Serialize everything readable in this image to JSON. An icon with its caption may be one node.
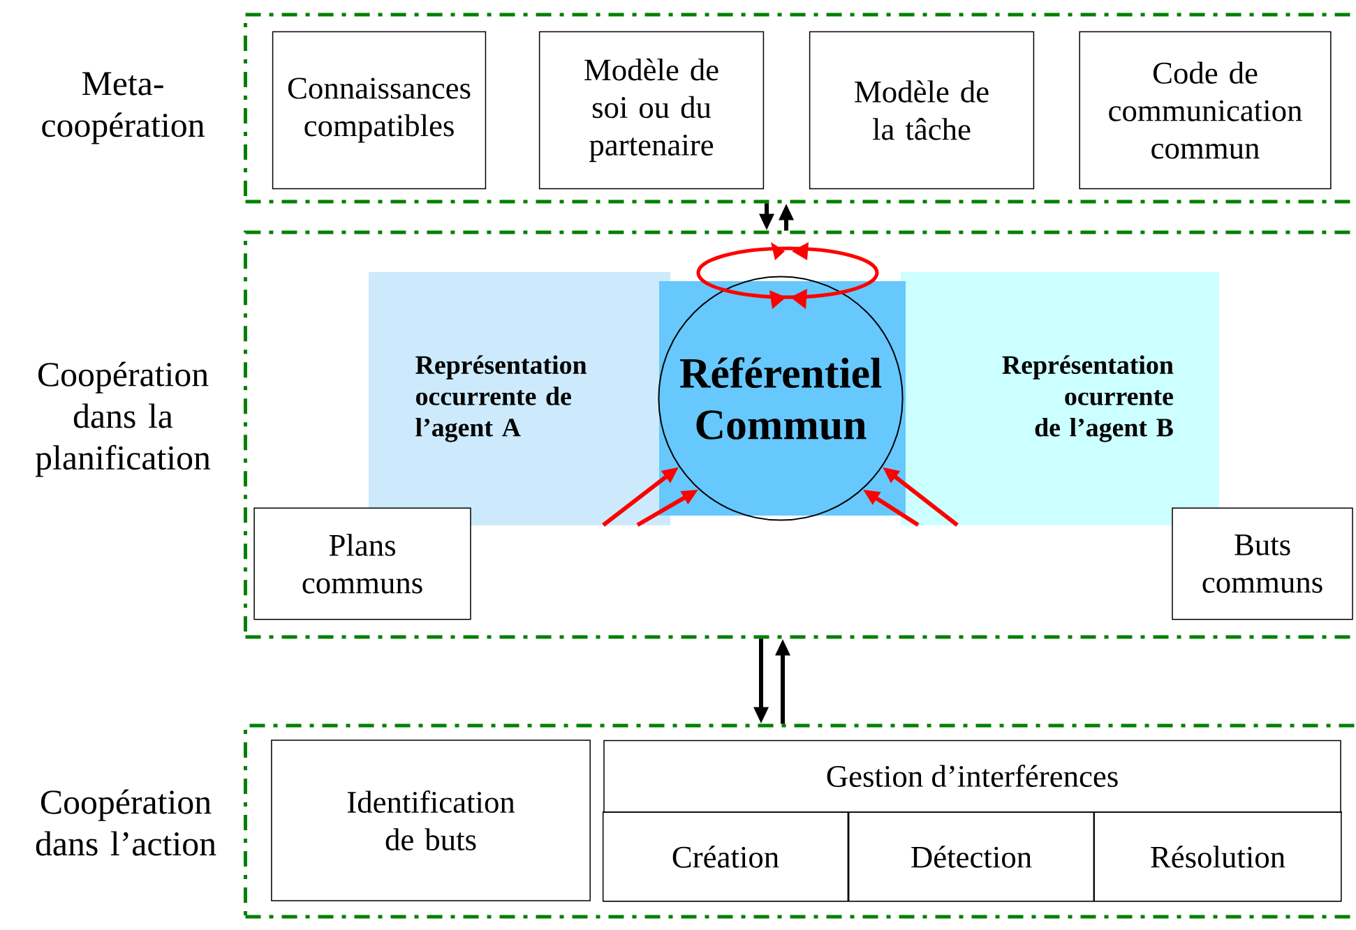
{
  "diagram": {
    "nodes": [
      {
        "text": [
          "Meta-coopération"
        ]
      },
      {
        "text": [
          "Connaissances compatibles"
        ],
        "in": 0
      },
      {
        "text": [
          "Modèle de soi ou du partenaire"
        ],
        "in": 0
      },
      {
        "text": [
          "Modèle de la tâche"
        ],
        "in": 0
      },
      {
        "text": [
          "Code de communication commun"
        ],
        "in": 0
      },
      {
        "text": [
          "Coopération dans la planification"
        ]
      },
      {
        "text": [
          "Représentation occurrente de l’agent A"
        ],
        "in": 5
      },
      {
        "text": [
          "Représentation ocurrente de l’agent B"
        ],
        "in": 5
      },
      {
        "text": [
          "Référentiel Commun"
        ],
        "in": 5
      },
      {
        "text": [
          "Plans communs"
        ],
        "in": 5
      },
      {
        "text": [
          "Buts communs"
        ],
        "in": 5
      },
      {
        "text": [
          "Coopération dans l’action"
        ]
      },
      {
        "text": [
          "Identification de buts"
        ],
        "in": 11
      },
      {
        "text": [
          "Gestion d’interférences"
        ],
        "in": 11
      },
      {
        "text": [
          "Création"
        ],
        "in": 13
      },
      {
        "text": [
          "Détection"
        ],
        "in": 13
      },
      {
        "text": [
          "Résolution"
        ],
        "in": 13
      }
    ],
    "edges": [
      {
        "from": 0,
        "to": 5,
        "arrow": "to"
      },
      {
        "from": 5,
        "to": 0,
        "arrow": "to"
      },
      {
        "from": 5,
        "to": 11,
        "arrow": "to"
      },
      {
        "from": 11,
        "to": 5,
        "arrow": "to"
      },
      {
        "from": 6,
        "to": 8,
        "arrow": "to",
        "color": "#ff0000"
      },
      {
        "from": 6,
        "to": 8,
        "arrow": "to",
        "color": "#ff0000"
      },
      {
        "from": 7,
        "to": 8,
        "arrow": "to",
        "color": "#ff0000"
      },
      {
        "from": 7,
        "to": 8,
        "arrow": "to",
        "color": "#ff0000"
      }
    ]
  }
}
